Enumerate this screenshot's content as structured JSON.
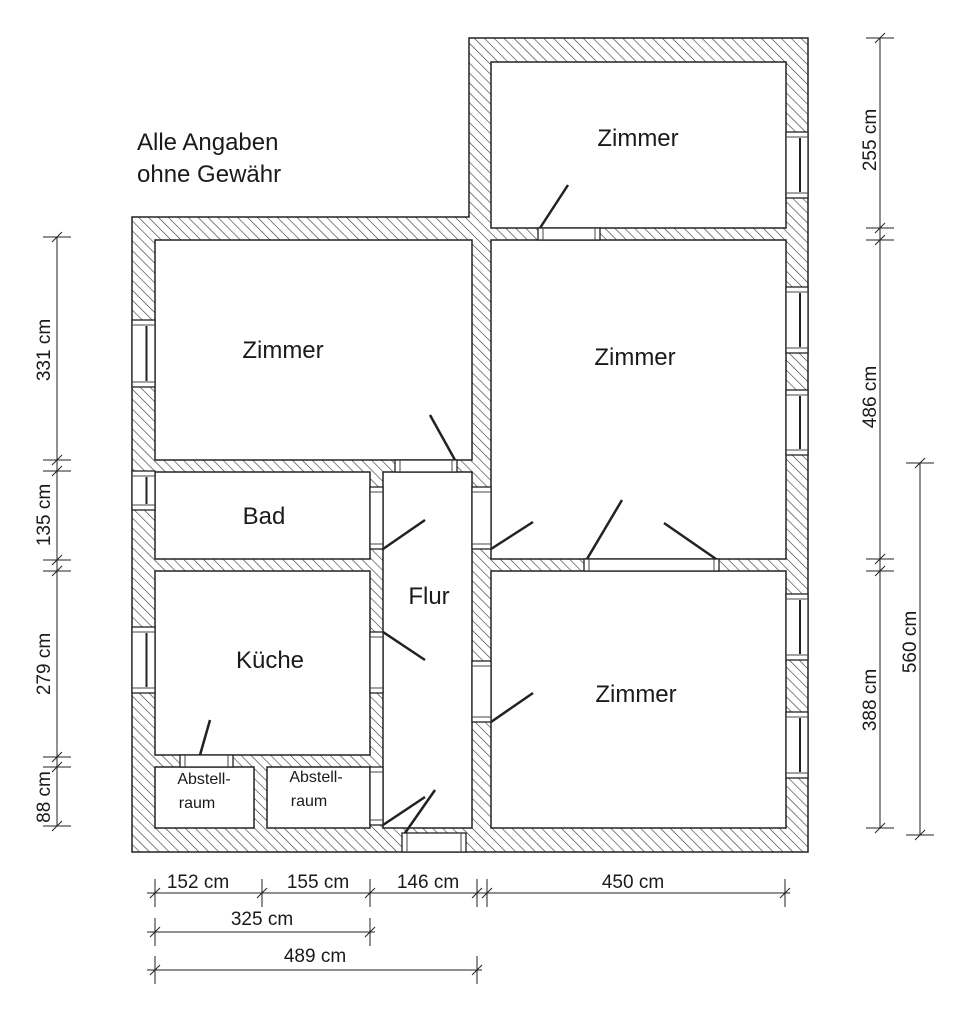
{
  "note": {
    "line1": "Alle Angaben",
    "line2": "ohne Gewähr"
  },
  "rooms": {
    "zimmer_top_right": "Zimmer",
    "zimmer_left": "Zimmer",
    "zimmer_right": "Zimmer",
    "zimmer_bottom_right": "Zimmer",
    "bad": "Bad",
    "flur": "Flur",
    "kueche": "Küche",
    "abstell1_l1": "Abstell-",
    "abstell1_l2": "raum",
    "abstell2_l1": "Abstell-",
    "abstell2_l2": "raum"
  },
  "dimensions": {
    "left": [
      "331 cm",
      "135 cm",
      "279 cm",
      "88 cm"
    ],
    "right": [
      "255 cm",
      "486 cm",
      "388 cm"
    ],
    "right_total": "560 cm",
    "bottom": [
      "152 cm",
      "155 cm",
      "146 cm",
      "450 cm"
    ],
    "bottom_sub": "325 cm",
    "bottom_total": "489 cm"
  }
}
